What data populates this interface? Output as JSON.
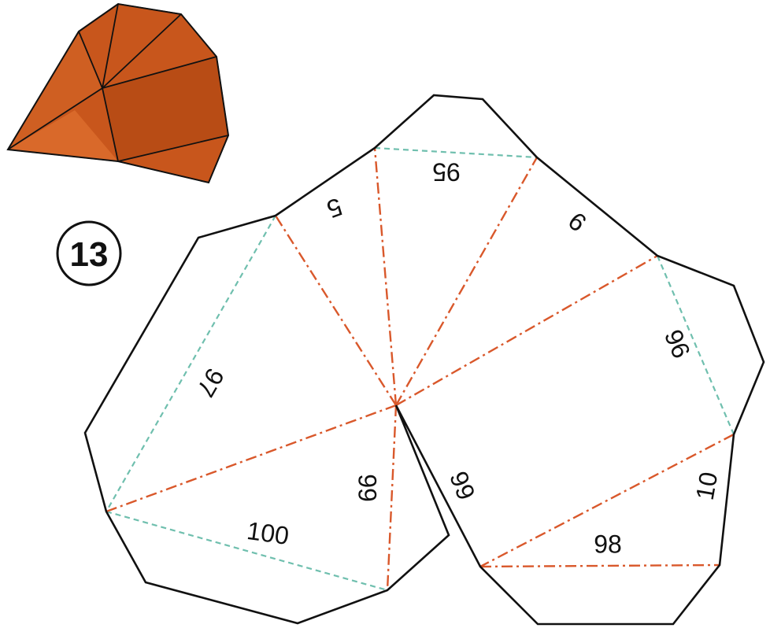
{
  "piece_number": "13",
  "labels": {
    "l5": "5",
    "l95": "95",
    "l9": "9",
    "l96": "96",
    "l97": "97",
    "l99a": "99",
    "l99b": "99",
    "l10": "10",
    "l98": "98",
    "l100": "100"
  },
  "colors": {
    "outline": "#111111",
    "mountain_fold": "#d9582b",
    "valley_fold": "#6fbfae",
    "model": "#c8561c"
  }
}
